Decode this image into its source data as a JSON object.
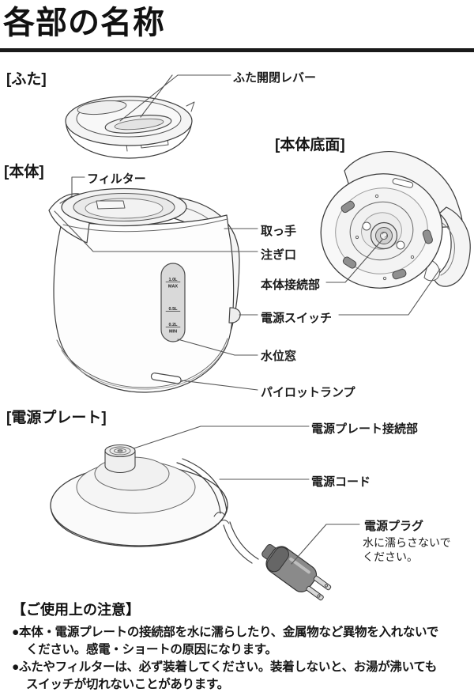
{
  "title": "各部の名称",
  "sections": {
    "lid": "[ふた]",
    "body": "[本体]",
    "bottom": "[本体底面]",
    "plate": "[電源プレート]"
  },
  "labels": {
    "lid_lever": "ふた開閉レバー",
    "filter": "フィルター",
    "handle": "取っ手",
    "spout": "注ぎ口",
    "body_connector": "本体接続部",
    "power_switch": "電源スイッチ",
    "water_window": "水位窓",
    "pilot_lamp": "パイロットランプ",
    "plate_connector": "電源プレート接続部",
    "power_cord": "電源コード",
    "power_plug": "電源プラグ",
    "plug_note": "水に濡らさないで\nください。"
  },
  "gauge": {
    "max1": "1.0L",
    "max2": "MAX",
    "mid": "0.5L",
    "min1": "0.2L",
    "min2": "MIN"
  },
  "caution": {
    "header": "【ご使用上の注意】",
    "items": [
      {
        "lines": [
          "●本体・電源プレートの接続部を水に濡らしたり、金属物など異物を入れないで",
          "ください。感電・ショートの原因になります。"
        ]
      },
      {
        "lines": [
          "●ふたやフィルターは、必ず装着してください。装着しないと、お湯が沸いても",
          "スイッチが切れないことがあります。"
        ]
      }
    ]
  },
  "colors": {
    "ink": "#1a1a1a",
    "line": "#3d3d3d",
    "foot_gray": "#8f8f8f",
    "window_gray": "#d9d9d9"
  }
}
